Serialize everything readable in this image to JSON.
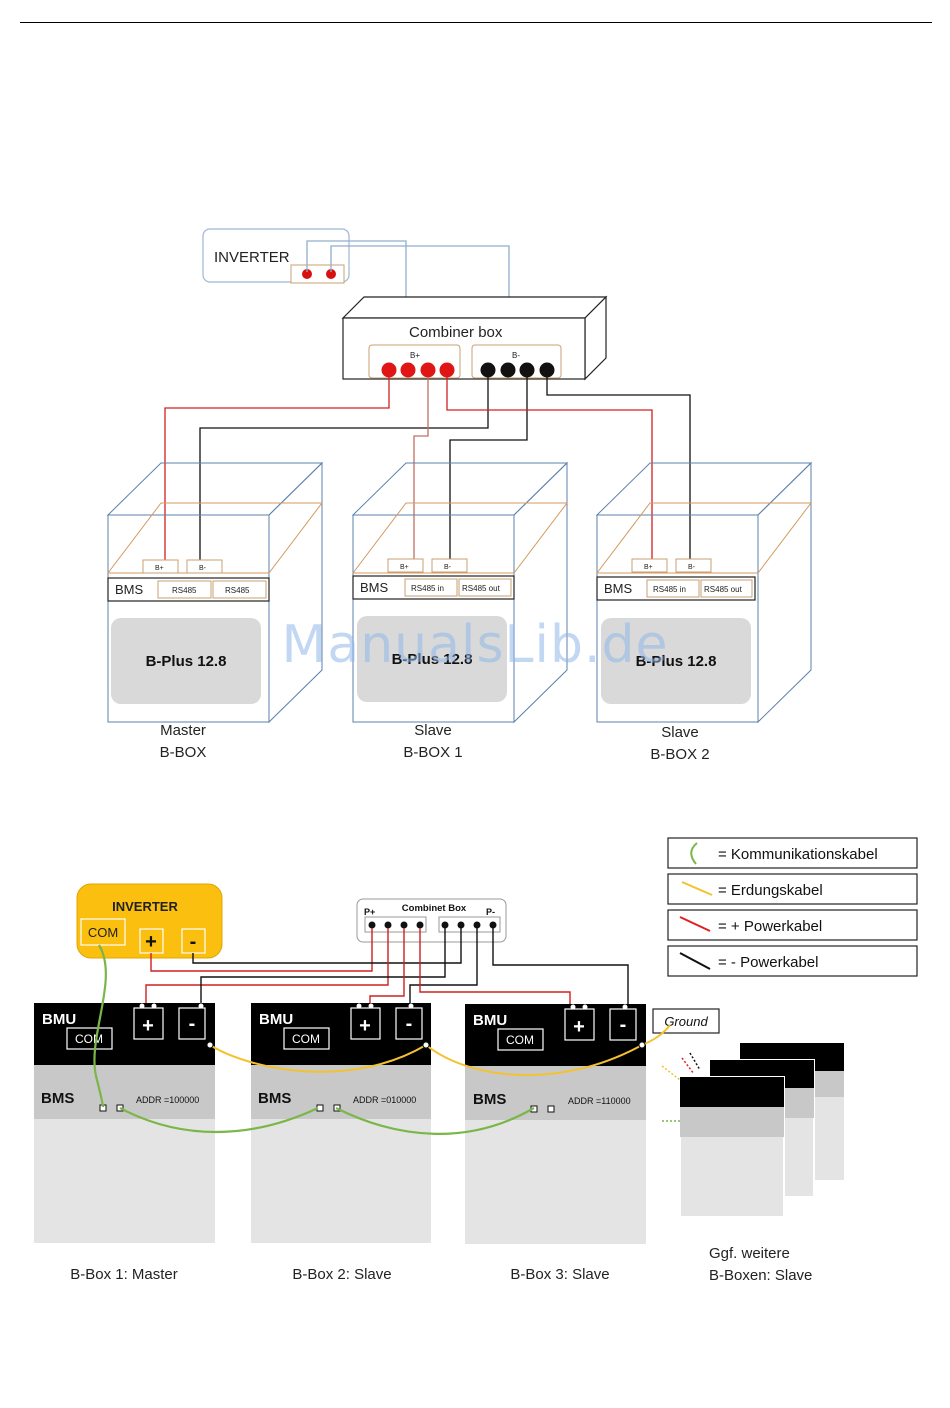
{
  "top_diagram": {
    "inverter_label": "INVERTER",
    "combiner_label": "Combiner box",
    "combiner_plus": "B+",
    "combiner_minus": "B-",
    "boxes": [
      {
        "term_plus": "B+",
        "term_minus": "B-",
        "bms": "BMS",
        "port1": "RS485",
        "port2": "RS485",
        "battery": "B-Plus 12.8",
        "role": "Master",
        "name": "B-BOX"
      },
      {
        "term_plus": "B+",
        "term_minus": "B-",
        "bms": "BMS",
        "port1": "RS485 in",
        "port2": "RS485 out",
        "battery": "B-Plus 12.8",
        "role": "Slave",
        "name": "B-BOX 1"
      },
      {
        "term_plus": "B+",
        "term_minus": "B-",
        "bms": "BMS",
        "port1": "RS485 in",
        "port2": "RS485 out",
        "battery": "B-Plus 12.8",
        "role": "Slave",
        "name": "B-BOX 2"
      }
    ]
  },
  "watermark": "ManualsLib.de",
  "bottom_diagram": {
    "inverter": {
      "label": "INVERTER",
      "com": "COM",
      "plus": "+",
      "minus": "-"
    },
    "combinet": {
      "label": "Combinet Box",
      "p_plus": "P+",
      "p_minus": "P-"
    },
    "ground_label": "Ground",
    "boxes": [
      {
        "bmu": "BMU",
        "com": "COM",
        "plus": "+",
        "minus": "-",
        "bms": "BMS",
        "addr": "ADDR =100000",
        "caption": "B-Box 1: Master"
      },
      {
        "bmu": "BMU",
        "com": "COM",
        "plus": "+",
        "minus": "-",
        "bms": "BMS",
        "addr": "ADDR =010000",
        "caption": "B-Box 2: Slave"
      },
      {
        "bmu": "BMU",
        "com": "COM",
        "plus": "+",
        "minus": "-",
        "bms": "BMS",
        "addr": "ADDR =110000",
        "caption": "B-Box 3: Slave"
      }
    ],
    "extra_caption_line1": "Ggf. weitere",
    "extra_caption_line2": "B-Boxen: Slave",
    "legend": [
      {
        "text": "= Kommunikationskabel",
        "color": "#7ab648"
      },
      {
        "text": "= Erdungskabel",
        "color": "#f2c230"
      },
      {
        "text": "= + Powerkabel",
        "color": "#e02020"
      },
      {
        "text": "= - Powerkabel",
        "color": "#111111"
      }
    ]
  }
}
